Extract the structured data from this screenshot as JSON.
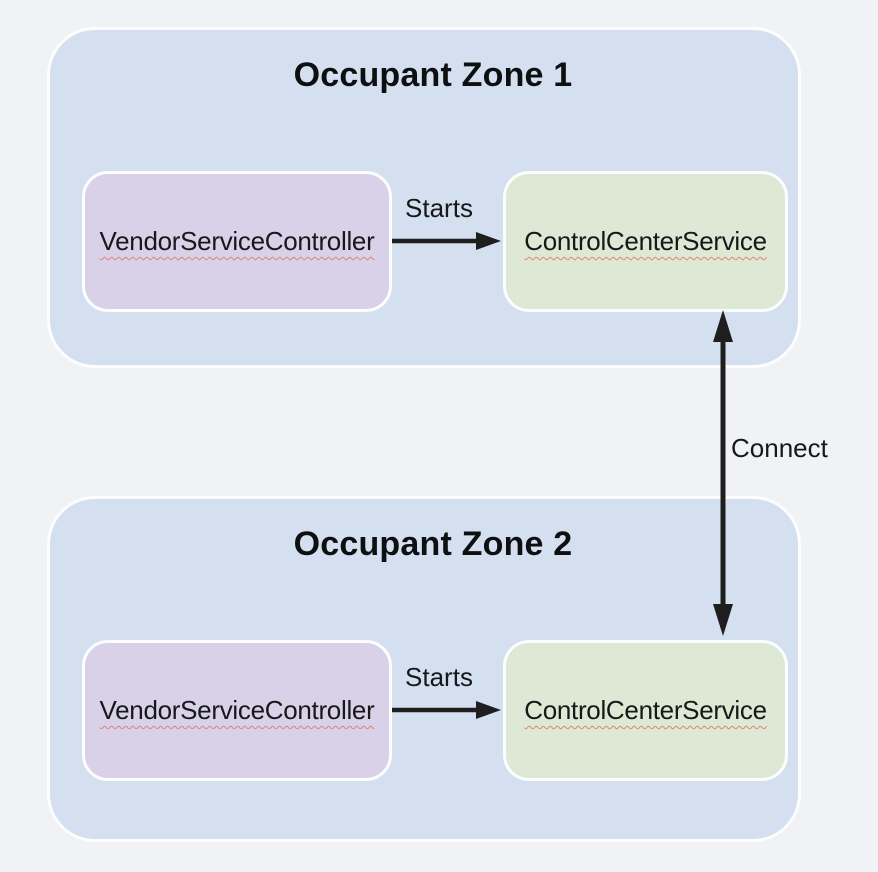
{
  "diagram": {
    "connect_label": "Connect",
    "zones": [
      {
        "title": "Occupant Zone 1",
        "vendor_label": "VendorServiceController",
        "control_label": "ControlCenterService",
        "starts_label": "Starts"
      },
      {
        "title": "Occupant Zone 2",
        "vendor_label": "VendorServiceController",
        "control_label": "ControlCenterService",
        "starts_label": "Starts"
      }
    ],
    "colors": {
      "background": "#f1f2f5",
      "zone_fill": "#d4e0f0",
      "zone_border": "#fdfdfe",
      "vendor_fill": "#d8d1e8",
      "control_fill": "#dde8d5",
      "node_border": "#fcfdfd",
      "arrow": "#1e1e1e",
      "text": "#161819",
      "title_text": "#0e0f10",
      "spellcheck_squiggle": "#e08377"
    }
  }
}
